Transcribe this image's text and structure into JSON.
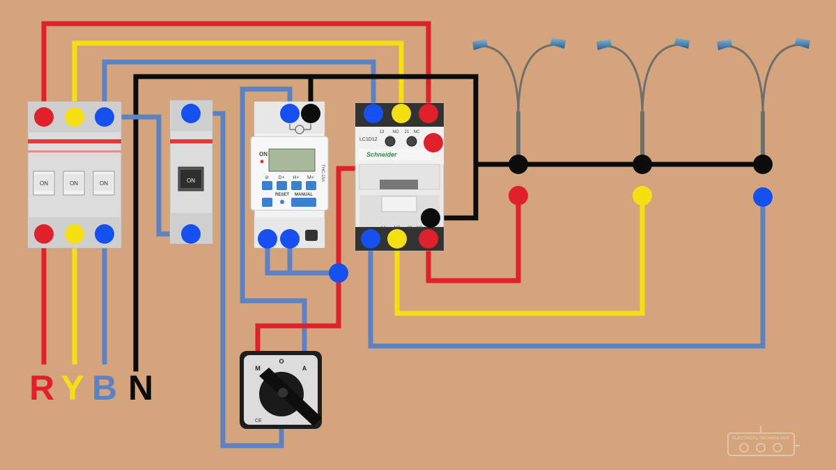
{
  "colors": {
    "background": "#d4a57c",
    "red": "#e0202a",
    "yellow": "#f5df13",
    "blue": "#5b82c4",
    "black": "#0c0c0c",
    "terminal_blue": "#1650f0"
  },
  "phase_labels": {
    "r": "R",
    "y": "Y",
    "b": "B",
    "n": "N"
  },
  "mcb_3pole": {
    "switch_labels": [
      "ON",
      "ON",
      "ON"
    ]
  },
  "mcb_1pole": {
    "switch_label": "ON"
  },
  "timer": {
    "on_label": "ON",
    "model": "THC-15A",
    "reset_label": "RESET",
    "manual_label": "MANUAL",
    "buttons": [
      "⊘",
      "D+",
      "H+",
      "M+"
    ]
  },
  "contactor": {
    "brand": "Schneider",
    "model": "LC1D12",
    "top_labels": [
      "13",
      "NO",
      "21",
      "NC"
    ],
    "bottom_labels": [
      "14",
      "NO",
      "22",
      "NC"
    ]
  },
  "selector_switch": {
    "labels": [
      "M",
      "O",
      "A"
    ],
    "ce_mark": "CE"
  },
  "watermark": {
    "text": "ELECTRICAL TECHNOLOGY"
  }
}
